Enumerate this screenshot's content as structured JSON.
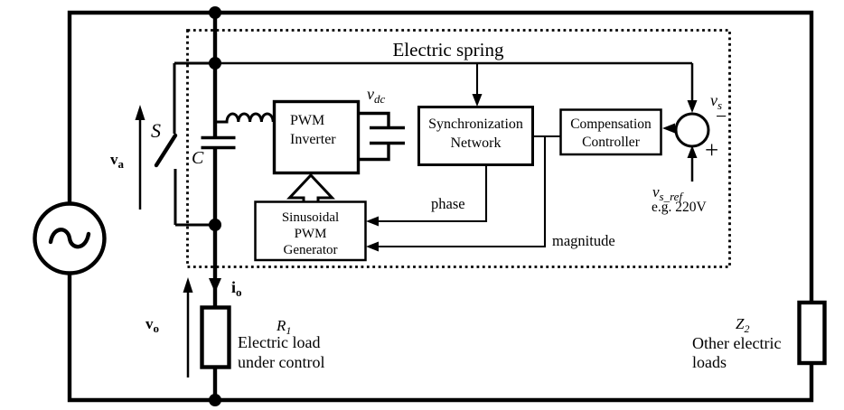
{
  "title": "Electric spring",
  "blocks": {
    "pwm_inverter": {
      "lines": [
        "PWM",
        "Inverter"
      ]
    },
    "sync_network": {
      "lines": [
        "Synchronization",
        "Network"
      ]
    },
    "comp_controller": {
      "lines": [
        "Compensation",
        "Controller"
      ]
    },
    "spwm_generator": {
      "lines": [
        "Sinusoidal",
        "PWM",
        "Generator"
      ]
    }
  },
  "signals": {
    "vdc": {
      "base": "v",
      "sub": "dc"
    },
    "vs": {
      "base": "v",
      "sub": "s"
    },
    "vs_ref": {
      "base": "v",
      "sub": "s_ref"
    },
    "vs_ref_example": "e.g. 220V",
    "va": {
      "base": "v",
      "sub": "a"
    },
    "vo": {
      "base": "v",
      "sub": "o"
    },
    "io": {
      "base": "i",
      "sub": "o"
    },
    "phase": "phase",
    "magnitude": "magnitude",
    "minus": "−",
    "plus": "+"
  },
  "components": {
    "switch": "S",
    "capacitor": "C",
    "load1": {
      "ref": {
        "base": "R",
        "sub": "1"
      },
      "desc": [
        "Electric load",
        "under control"
      ]
    },
    "load2": {
      "ref": {
        "base": "Z",
        "sub": "2"
      },
      "desc": [
        "Other electric",
        "loads"
      ]
    }
  },
  "colors": {
    "ink": "#000000",
    "background": "#ffffff"
  }
}
